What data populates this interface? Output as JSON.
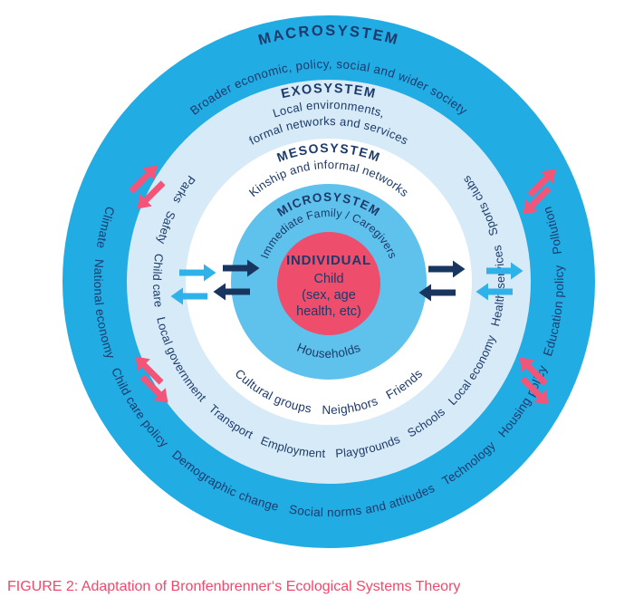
{
  "figure": {
    "caption": "FIGURE 2: Adaptation of Bronfenbrenner‘s Ecological Systems Theory"
  },
  "colors": {
    "macro_ring": "#22ACE4",
    "exo_ring": "#D7EAF7",
    "meso_ring": "#FFFFFF",
    "micro_circle": "#5EC2EC",
    "individual_circle": "#EF4D6C",
    "navy_text": "#1C3A6B",
    "pink_arrow": "#F25578",
    "lightblue_arrow": "#2FB2E9",
    "navy_arrow": "#17355F",
    "caption_pink": "#F4476C"
  },
  "icons": {
    "pink_double_arrow": "bidirectional-arrow",
    "lightblue_double_arrow": "bidirectional-arrow",
    "navy_double_arrow": "bidirectional-arrow"
  },
  "rings": {
    "macrosystem": {
      "title": "MACROSYSTEM",
      "description": "Broader economic, policy, social and wider society",
      "items": [
        "Climate",
        "National economy",
        "Child care policy",
        "Demographic change",
        "Social norms and attitudes",
        "Technology",
        "Housing policy",
        "Education policy",
        "Pollution"
      ]
    },
    "exosystem": {
      "title": "EXOSYSTEM",
      "description_line1": "Local environments,",
      "description_line2": "formal networks and services",
      "items": [
        "Parks",
        "Safety",
        "Child care",
        "Local government",
        "Transport",
        "Employment",
        "Playgrounds",
        "Schools",
        "Local economy",
        "Health services",
        "Sports clubs"
      ]
    },
    "mesosystem": {
      "title": "MESOSYSTEM",
      "description": "Kinship and informal networks",
      "items": [
        "Cultural groups",
        "Neighbors",
        "Friends"
      ]
    },
    "microsystem": {
      "title": "MICROSYSTEM",
      "description": "Immediate Family / Caregivers",
      "items": [
        "Households"
      ]
    },
    "individual": {
      "title": "INDIVIDUAL",
      "line1": "Child",
      "line2": "(sex, age",
      "line3": "health, etc)"
    }
  }
}
